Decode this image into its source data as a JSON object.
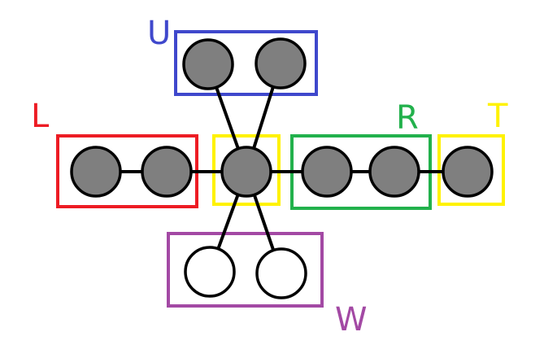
{
  "groups": {
    "U": {
      "label": "U",
      "color": "#3F48CC"
    },
    "L": {
      "label": "L",
      "color": "#ED1C24"
    },
    "R": {
      "label": "R",
      "color": "#22B14C"
    },
    "T": {
      "label": "T",
      "color": "#FFF200"
    },
    "W": {
      "label": "W",
      "color": "#A349A4"
    },
    "center": {
      "label": "",
      "color": "#FFF200"
    }
  },
  "node_colors": {
    "filled": "#7F7F7F",
    "empty": "#FFFFFF"
  },
  "nodes": [
    {
      "id": "u1",
      "group": "U",
      "style": "filled"
    },
    {
      "id": "u2",
      "group": "U",
      "style": "filled"
    },
    {
      "id": "l1",
      "group": "L",
      "style": "filled"
    },
    {
      "id": "l2",
      "group": "L",
      "style": "filled"
    },
    {
      "id": "c",
      "group": "center",
      "style": "filled"
    },
    {
      "id": "r1",
      "group": "R",
      "style": "filled"
    },
    {
      "id": "r2",
      "group": "R",
      "style": "filled"
    },
    {
      "id": "t1",
      "group": "T",
      "style": "filled"
    },
    {
      "id": "w1",
      "group": "W",
      "style": "empty"
    },
    {
      "id": "w2",
      "group": "W",
      "style": "empty"
    }
  ],
  "edges": [
    [
      "u1",
      "c"
    ],
    [
      "u2",
      "c"
    ],
    [
      "l1",
      "l2"
    ],
    [
      "l2",
      "c"
    ],
    [
      "c",
      "r1"
    ],
    [
      "r1",
      "r2"
    ],
    [
      "r2",
      "t1"
    ],
    [
      "c",
      "w1"
    ],
    [
      "c",
      "w2"
    ]
  ]
}
